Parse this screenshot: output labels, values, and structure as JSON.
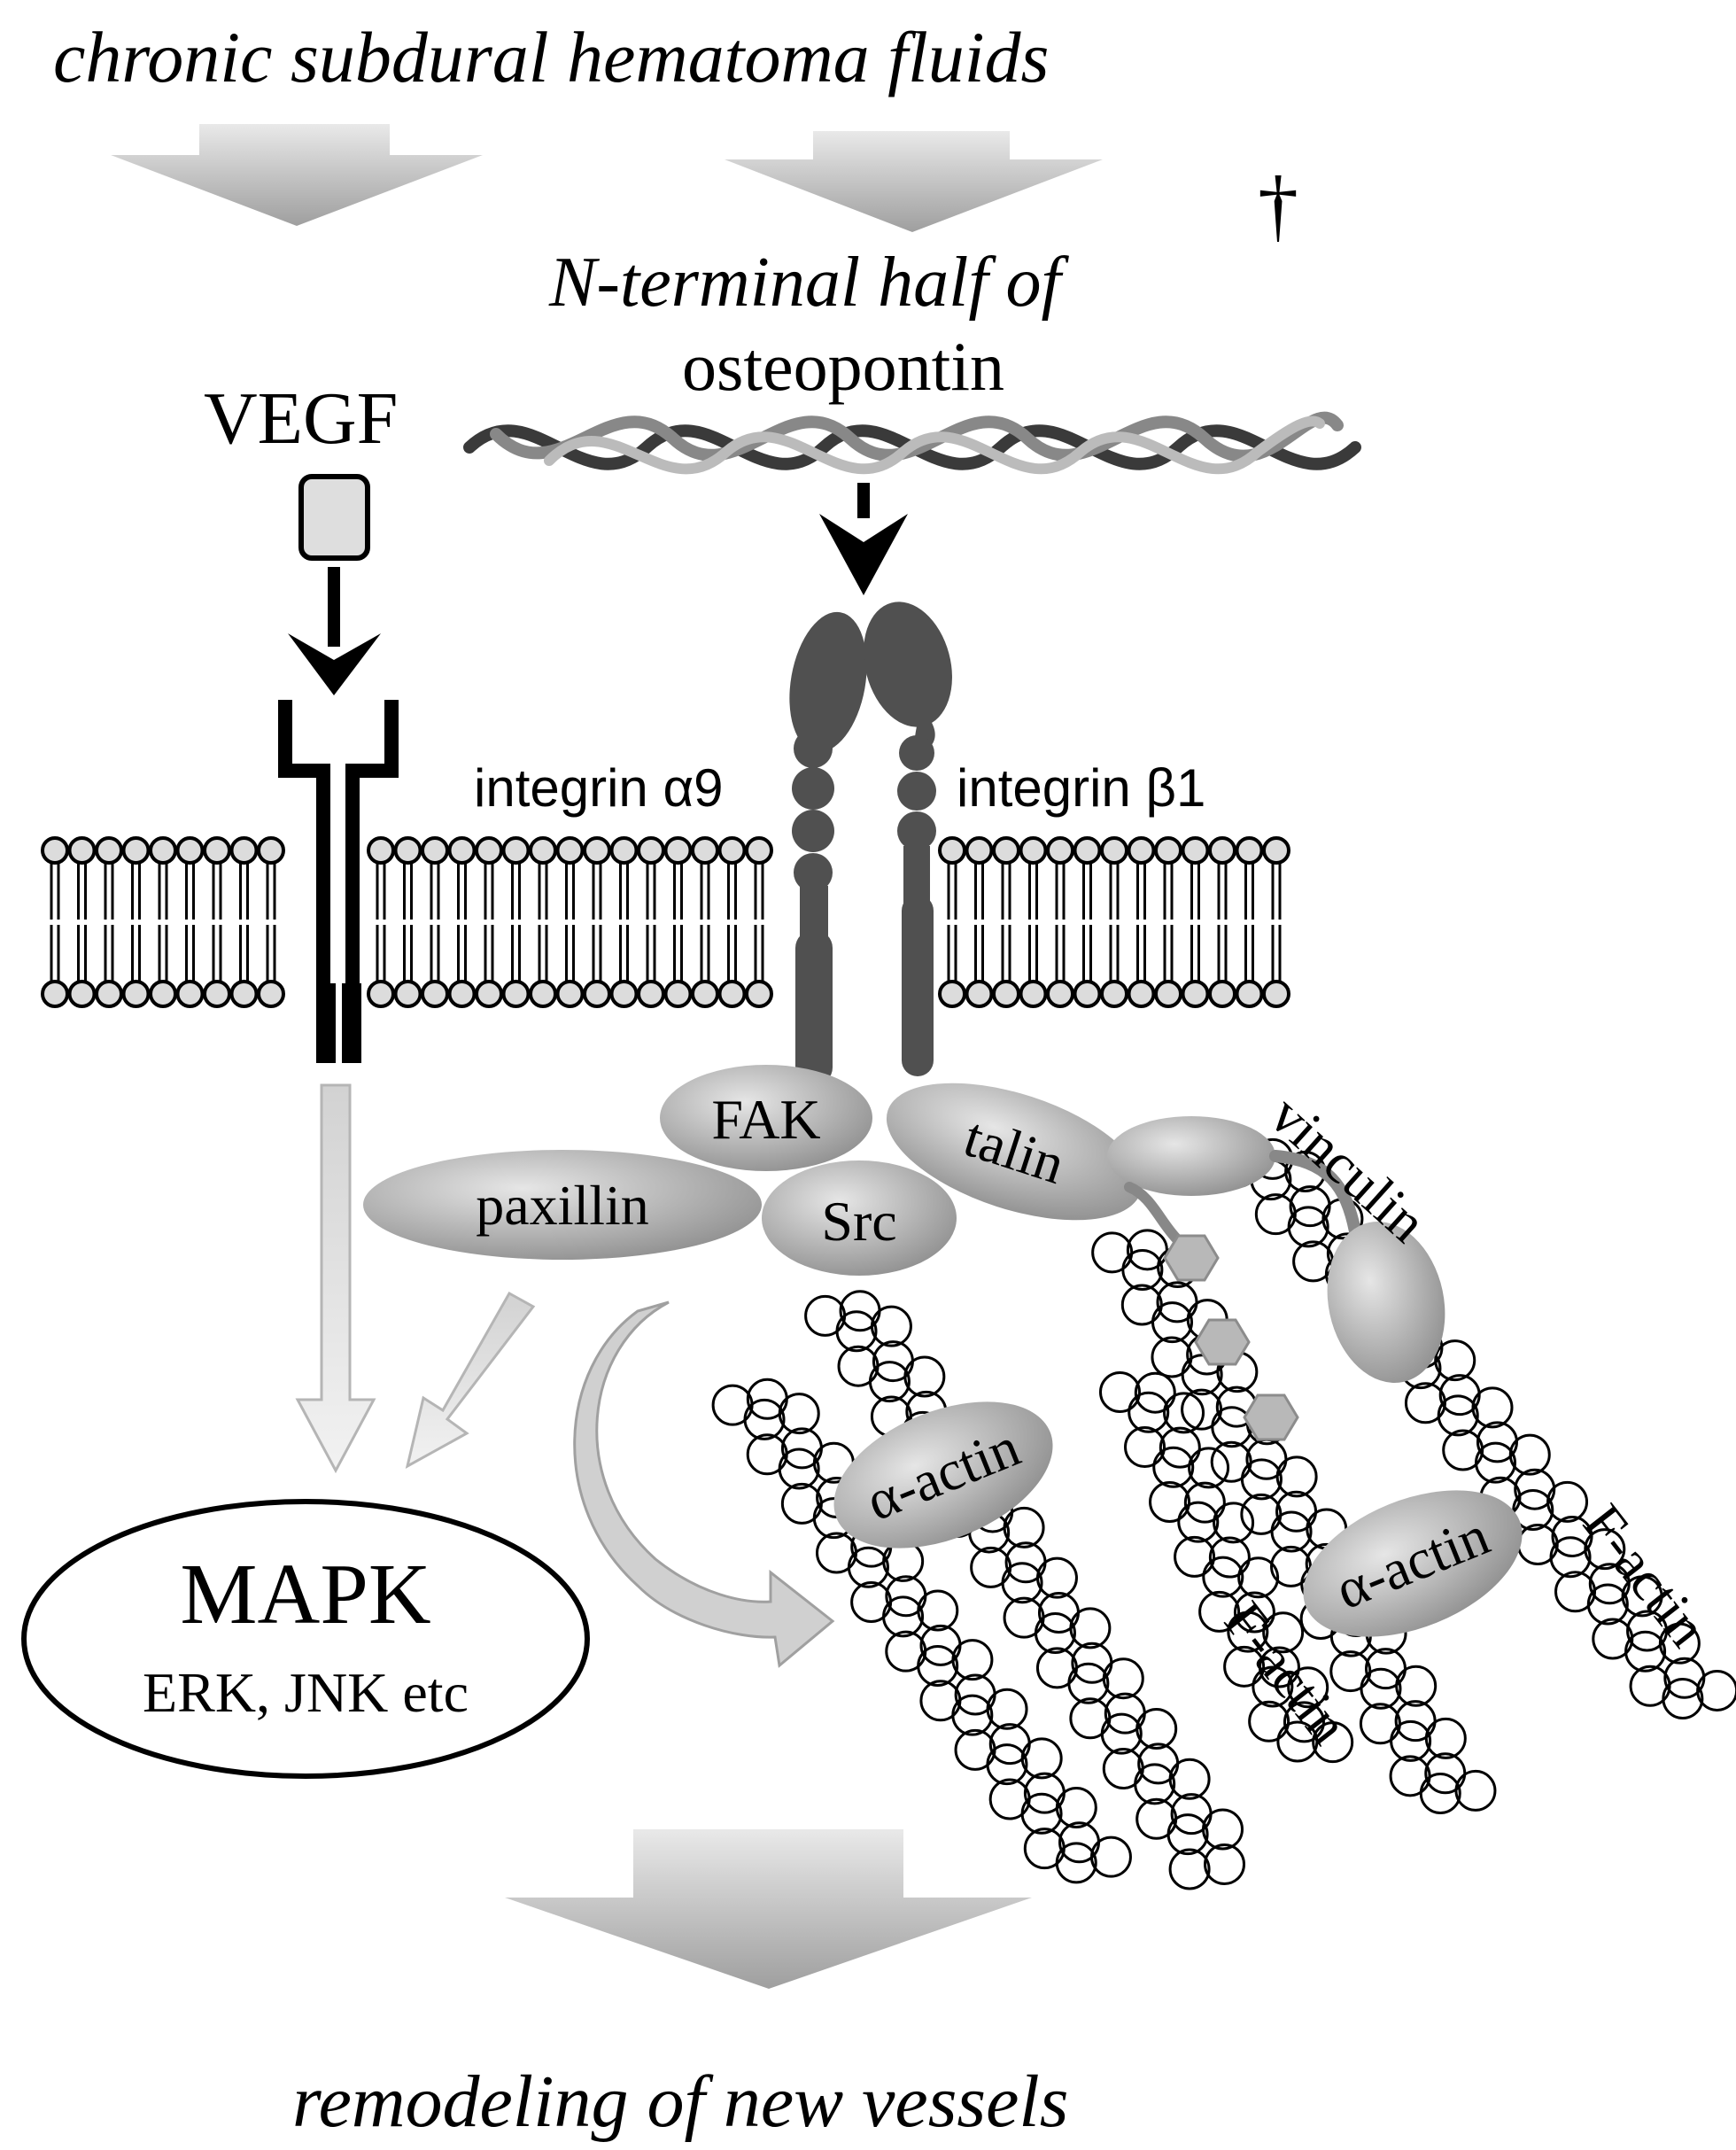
{
  "title_top": "chronic subdural hematoma fluids",
  "title_bottom": "remodeling of new vessels",
  "ligands": {
    "vegf": "VEGF",
    "osteopontin_line1": "N-terminal half of",
    "osteopontin_line2": "osteopontin",
    "dagger": "†"
  },
  "receptors": {
    "integrin_alpha": "integrin α9",
    "integrin_beta": "integrin β1"
  },
  "proteins": {
    "fak": "FAK",
    "talin": "talin",
    "vinculin": "vinculin",
    "paxillin": "paxillin",
    "src": "Src",
    "alpha_actin": "α-actin",
    "f_actin": "F-actin"
  },
  "mapk": {
    "title": "MAPK",
    "subtitle": "ERK, JNK etc"
  },
  "colors": {
    "dark_protein": "#505050",
    "grey_protein": "#9a9a9a",
    "membrane_head": "#dcdcdc",
    "outline": "#000000",
    "arrow_grey": "#c8c8c8"
  }
}
